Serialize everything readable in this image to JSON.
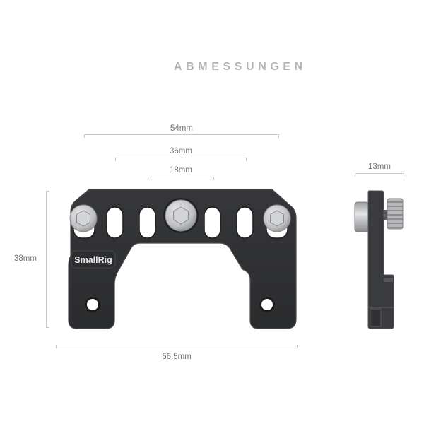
{
  "title": "ABMESSUNGEN",
  "brand_logo": "SmallRig",
  "dimensions": {
    "width_outer_holes": "54mm",
    "width_mid_slots": "36mm",
    "width_inner_slots": "18mm",
    "height": "38mm",
    "total_width": "66.5mm",
    "depth": "13mm"
  },
  "colors": {
    "plate": "#2e2f31",
    "plate_edge": "#4a4b4e",
    "screw": "#c9cacc",
    "dimension_line": "#c8c8c8",
    "dimension_text": "#707070",
    "title": "#b4b4b4"
  }
}
